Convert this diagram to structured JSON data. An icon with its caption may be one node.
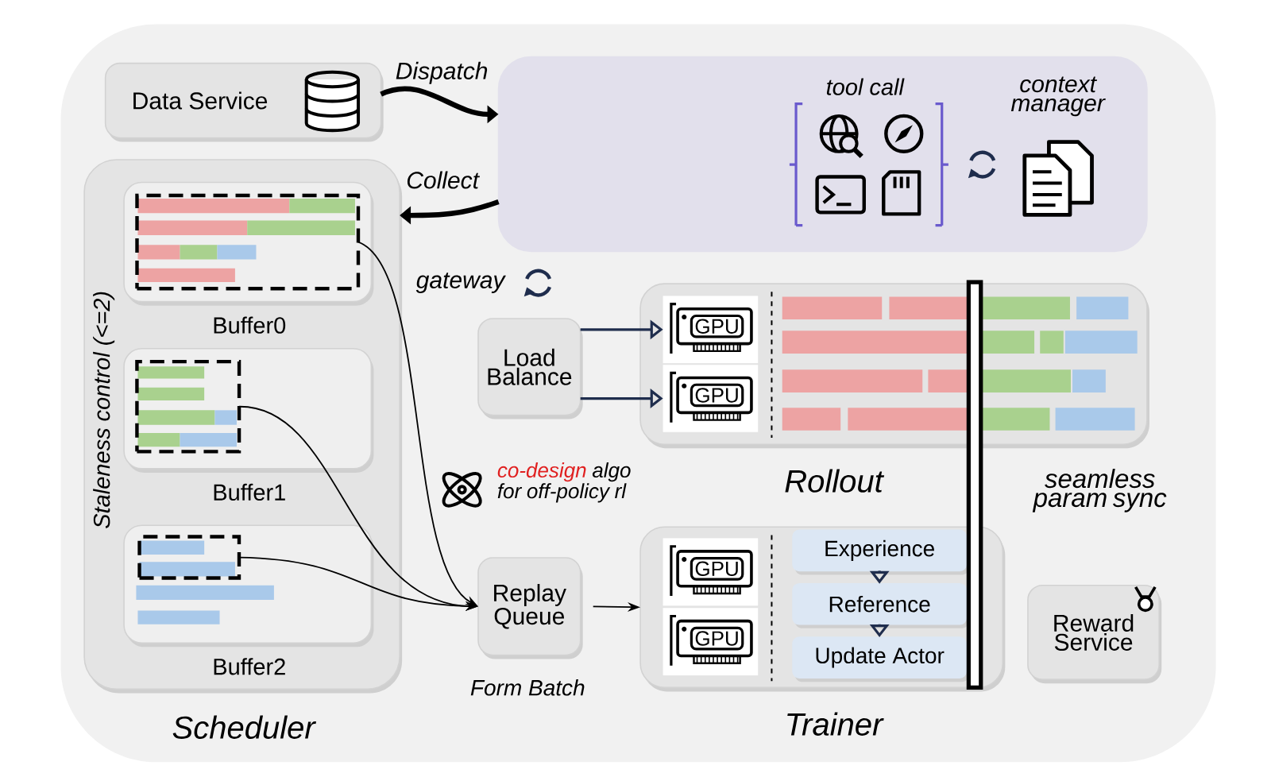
{
  "diagram": {
    "nodes": [
      {
        "text": [
          "Data Service"
        ]
      },
      {
        "text": [
          "Staleness control (<=2)",
          "Scheduler"
        ]
      },
      {
        "text": [
          "Buffer0"
        ],
        "in": 1
      },
      {
        "text": [],
        "shape": "box",
        "in": 2
      },
      {
        "text": [
          "Buffer1"
        ],
        "in": 1
      },
      {
        "text": [],
        "shape": "box",
        "in": 4
      },
      {
        "text": [
          "Buffer2"
        ],
        "in": 1
      },
      {
        "text": [],
        "shape": "box",
        "in": 6
      },
      {
        "text": [],
        "shape": "box"
      },
      {
        "text": [
          "tool call"
        ],
        "in": 8
      },
      {
        "text": [
          "context manager"
        ],
        "in": 8
      },
      {
        "text": [
          "Load Balance"
        ]
      },
      {
        "text": [
          "Rollout"
        ]
      },
      {
        "text": [
          "GPU"
        ],
        "in": 12
      },
      {
        "text": [
          "GPU"
        ],
        "in": 12
      },
      {
        "text": [
          "Replay Queue"
        ],
        "beside": [
          "Form Batch"
        ]
      },
      {
        "text": [
          "Trainer"
        ]
      },
      {
        "text": [
          "GPU"
        ],
        "in": 16
      },
      {
        "text": [
          "GPU"
        ],
        "in": 16
      },
      {
        "text": [
          "Experience"
        ],
        "in": 16
      },
      {
        "text": [
          "Reference"
        ],
        "in": 16
      },
      {
        "text": [
          "Update Actor"
        ],
        "in": 16
      },
      {
        "text": [
          "Reward Service"
        ]
      },
      {
        "text": [],
        "shape": "bar"
      }
    ],
    "edges": [
      {
        "from": 0,
        "to": 8,
        "arrow": "to",
        "label": "Dispatch",
        "style": "thick"
      },
      {
        "from": 8,
        "to": 1,
        "arrow": "to",
        "label": "Collect",
        "style": "thick"
      },
      {
        "from": 11,
        "to": 13,
        "arrow": "to"
      },
      {
        "from": 11,
        "to": 14,
        "arrow": "to"
      },
      {
        "from": 3,
        "to": 15,
        "arrow": "to"
      },
      {
        "from": 5,
        "to": 15,
        "arrow": "to"
      },
      {
        "from": 7,
        "to": 15,
        "arrow": "to"
      },
      {
        "from": 15,
        "to": 16,
        "arrow": "to"
      },
      {
        "from": 19,
        "to": 20,
        "arrow": "to"
      },
      {
        "from": 20,
        "to": 21,
        "arrow": "to"
      }
    ],
    "labels": [
      "gateway",
      "co-design",
      "algo for off-policy rl",
      "seamless param sync"
    ]
  }
}
